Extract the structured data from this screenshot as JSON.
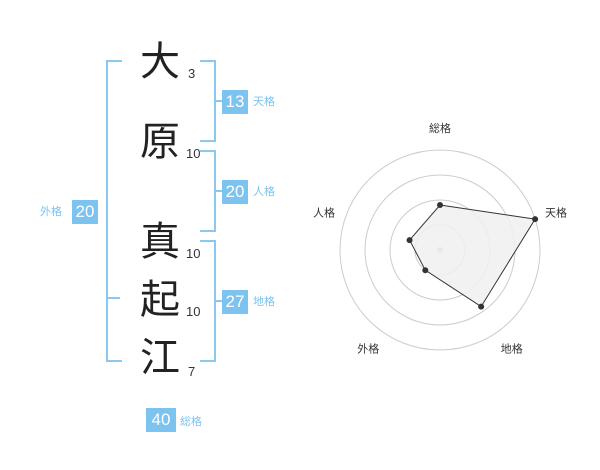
{
  "name": {
    "chars": [
      {
        "char": "大",
        "strokes": "3"
      },
      {
        "char": "原",
        "strokes": "10"
      },
      {
        "char": "真",
        "strokes": "10"
      },
      {
        "char": "起",
        "strokes": "10"
      },
      {
        "char": "江",
        "strokes": "7"
      }
    ]
  },
  "kakaku": {
    "tenkaku": {
      "value": "13",
      "label": "天格"
    },
    "jinkaku": {
      "value": "20",
      "label": "人格"
    },
    "chikaku": {
      "value": "27",
      "label": "地格"
    },
    "gaikaku": {
      "value": "20",
      "label": "外格"
    },
    "soukaku": {
      "value": "40",
      "label": "総格"
    }
  },
  "chart_data": {
    "type": "radar",
    "axes": [
      "総格",
      "天格",
      "地格",
      "外格",
      "人格"
    ],
    "values": [
      0.45,
      1.0,
      0.7,
      0.25,
      0.32
    ],
    "rings": 4,
    "colors": {
      "fill": "#f0f0f0",
      "line": "#333333",
      "grid": "#cccccc",
      "center": "#bbbbbb"
    }
  }
}
